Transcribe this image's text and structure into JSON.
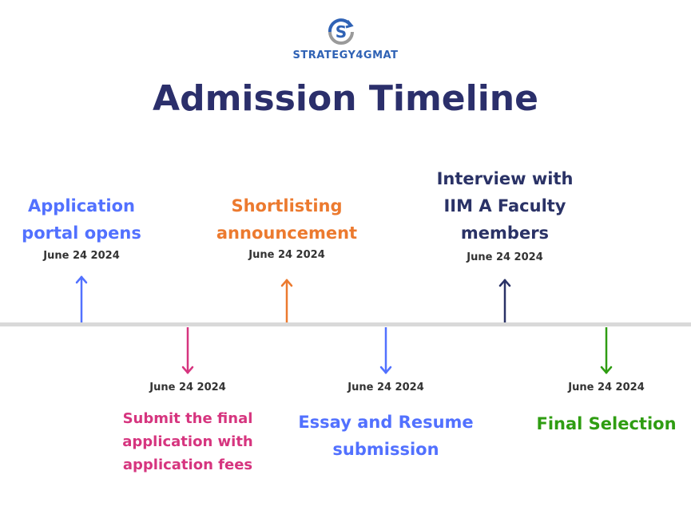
{
  "logo": {
    "text": "STRATEGY4GMAT",
    "icon": "s-circle-arrow-logo"
  },
  "title": "Admission Timeline",
  "colors": {
    "blue": "#5271ff",
    "pink": "#d6357f",
    "orange": "#ec7a2f",
    "navy": "#2a3266",
    "green": "#2f9d12",
    "axis": "#d9d9d9"
  },
  "events": [
    {
      "label_lines": [
        "Application",
        "portal opens"
      ],
      "date": "June 24 2024",
      "direction": "up",
      "color": "#5271ff"
    },
    {
      "label_lines": [
        "Submit the final",
        "application with",
        "application fees"
      ],
      "date": "June 24 2024",
      "direction": "down",
      "color": "#d6357f"
    },
    {
      "label_lines": [
        "Shortlisting",
        "announcement"
      ],
      "date": "June 24 2024",
      "direction": "up",
      "color": "#ec7a2f"
    },
    {
      "label_lines": [
        "Essay and Resume",
        "submission"
      ],
      "date": "June 24 2024",
      "direction": "down",
      "color": "#5271ff"
    },
    {
      "label_lines": [
        "Interview with",
        "IIM A Faculty",
        "members"
      ],
      "date": "June 24 2024",
      "direction": "up",
      "color": "#2a3266"
    },
    {
      "label_lines": [
        "Final Selection"
      ],
      "date": "June 24 2024",
      "direction": "down",
      "color": "#2f9d12"
    }
  ]
}
